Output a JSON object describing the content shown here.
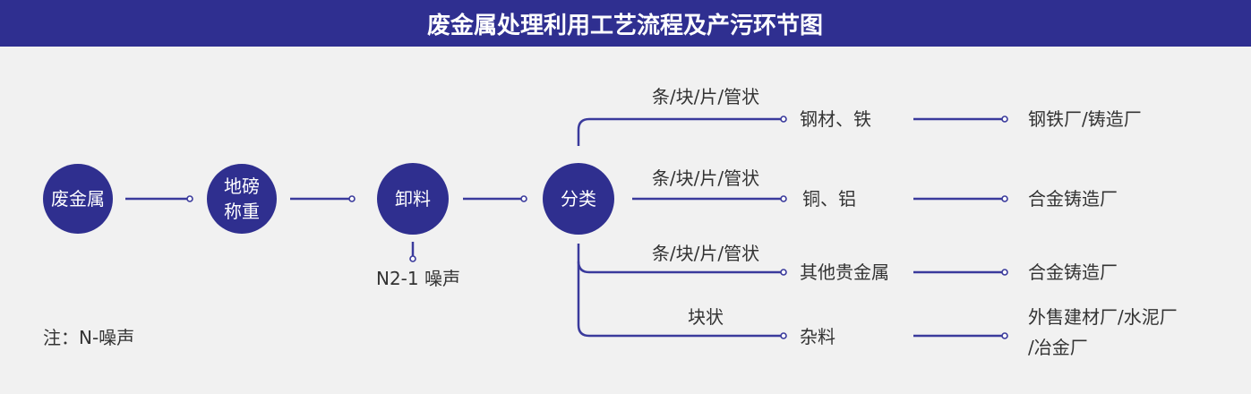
{
  "title": "废金属处理利用工艺流程及产污环节图",
  "colors": {
    "title_bar": "#2f2f90",
    "node": "#2f2f8f",
    "line": "#3a3a9c",
    "background": "#f1f1f1",
    "text": "#333333"
  },
  "process_nodes": [
    {
      "lines": [
        "废金属"
      ]
    },
    {
      "lines": [
        "地磅",
        "称重"
      ]
    },
    {
      "lines": [
        "卸料"
      ]
    },
    {
      "lines": [
        "分类"
      ]
    }
  ],
  "pollution_point": {
    "label": "N2-1 噪声"
  },
  "branches": [
    {
      "form": "条/块/片/管状",
      "material": "钢材、铁",
      "destination": [
        "钢铁厂/铸造厂"
      ]
    },
    {
      "form": "条/块/片/管状",
      "material": "铜、铝",
      "destination": [
        "合金铸造厂"
      ]
    },
    {
      "form": "条/块/片/管状",
      "material": "其他贵金属",
      "destination": [
        "合金铸造厂"
      ]
    },
    {
      "form": "块状",
      "material": "杂料",
      "destination": [
        "外售建材厂/水泥厂",
        "/冶金厂"
      ]
    }
  ],
  "note": "注：N-噪声"
}
